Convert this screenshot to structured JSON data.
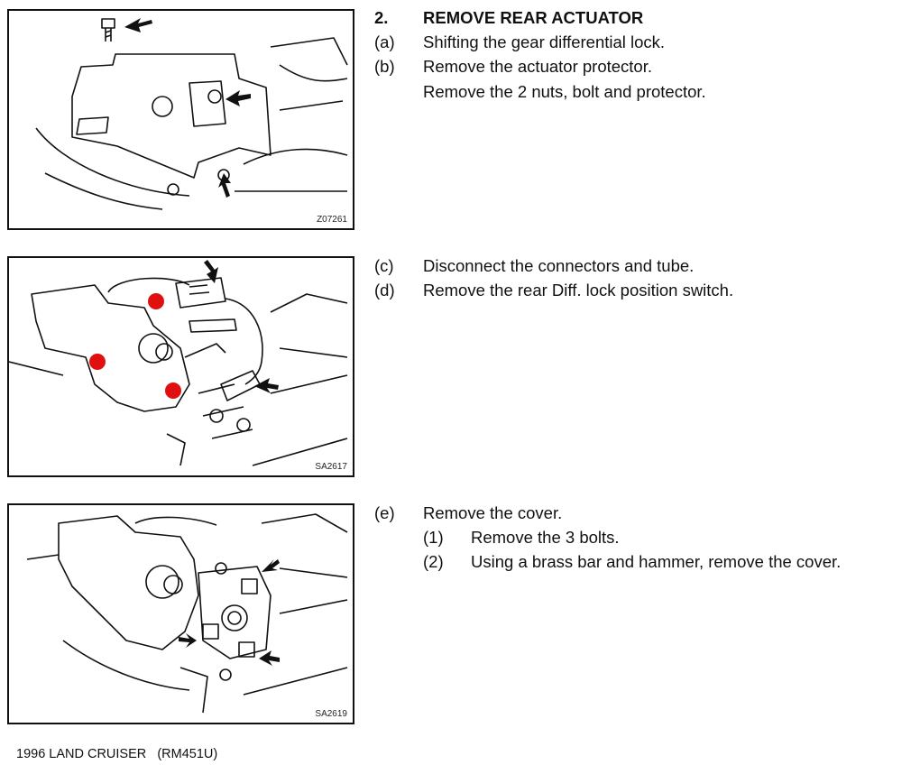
{
  "section": {
    "number": "2.",
    "title": "REMOVE REAR ACTUATOR"
  },
  "figures": [
    {
      "code": "Z07261"
    },
    {
      "code": "SA2617"
    },
    {
      "code": "SA2619"
    }
  ],
  "steps": [
    {
      "mark": "(a)",
      "text": "Shifting the gear differential lock."
    },
    {
      "mark": "(b)",
      "text": "Remove the actuator protector.",
      "detail": "Remove the 2 nuts, bolt and protector."
    },
    {
      "mark": "(c)",
      "text": "Disconnect the connectors and tube."
    },
    {
      "mark": "(d)",
      "text": "Remove the rear Diff. lock position switch."
    },
    {
      "mark": "(e)",
      "text": "Remove the cover.",
      "substeps": [
        {
          "mark": "(1)",
          "text": "Remove the 3 bolts."
        },
        {
          "mark": "(2)",
          "text": "Using a brass bar and hammer, remove the cover."
        }
      ]
    }
  ],
  "footer": {
    "model": "1996 LAND CRUISER",
    "manual": "(RM451U)"
  },
  "colors": {
    "highlight_dot": "#e01010"
  }
}
